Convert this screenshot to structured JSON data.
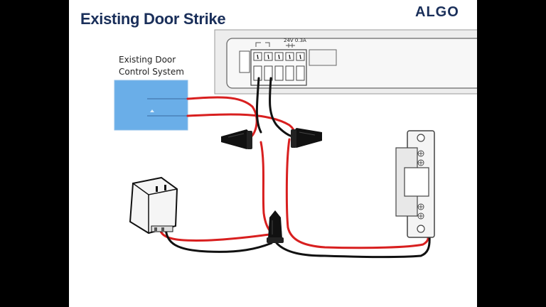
{
  "slide": {
    "title": "Existing Door Strike",
    "logo": "ALGO"
  },
  "control_system": {
    "label_line1": "Existing Door",
    "label_line2": "Control System",
    "color": "#6aaee8"
  },
  "terminal_block": {
    "rating_label": "24V 0.3A"
  },
  "colors": {
    "wire_red": "#d81f1f",
    "wire_black": "#111111",
    "title": "#1a2f5a"
  },
  "components": {
    "icons": [
      "terminal-block-icon",
      "wire-nut-icon",
      "power-adapter-icon",
      "door-strike-icon"
    ]
  }
}
